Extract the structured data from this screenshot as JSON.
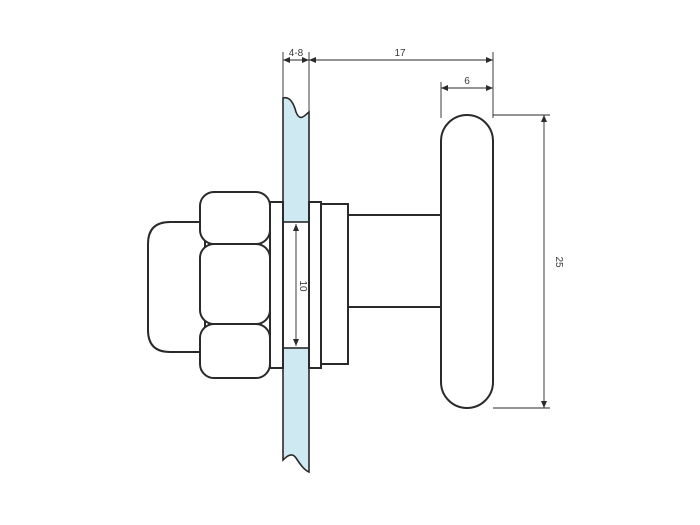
{
  "diagram": {
    "dimensions": {
      "glass_thickness": "4-8",
      "overall_depth": "17",
      "wheel_width": "6",
      "wheel_diameter": "25",
      "hole_diameter": "10"
    },
    "colors": {
      "glass": "#cfe9f2",
      "line": "#2a2a2a",
      "background": "#ffffff"
    }
  }
}
